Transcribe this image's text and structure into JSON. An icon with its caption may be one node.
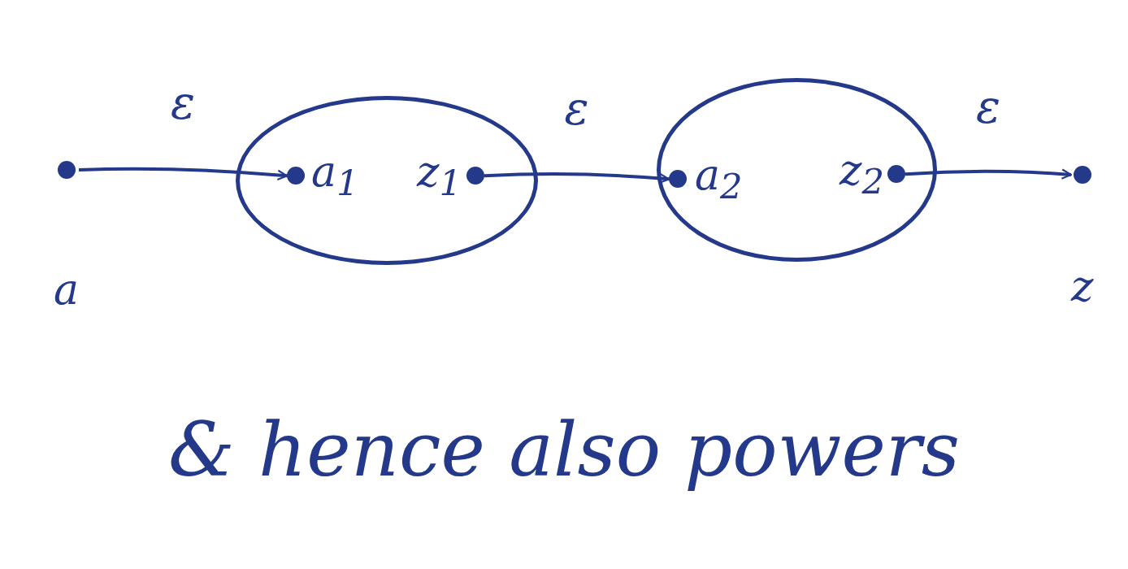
{
  "diagram": {
    "caption": "& hence also powers",
    "nodes": [
      {
        "text": [
          "a"
        ]
      },
      {
        "text": [],
        "shape": "ellipse"
      },
      {
        "text": [
          "a$_{1}$"
        ],
        "in": 1
      },
      {
        "text": [
          "z$_{1}$"
        ],
        "in": 1
      },
      {
        "text": [],
        "shape": "ellipse"
      },
      {
        "text": [
          "a$_{2}$"
        ],
        "in": 4
      },
      {
        "text": [
          "z$_{2}$"
        ],
        "in": 4
      },
      {
        "text": [
          "z"
        ]
      }
    ],
    "edges": [
      {
        "from": 0,
        "to": 2,
        "label": "ε",
        "arrow": "to"
      },
      {
        "from": 3,
        "to": 5,
        "label": "ε",
        "arrow": "to"
      },
      {
        "from": 6,
        "to": 7,
        "label": "ε",
        "arrow": "to"
      }
    ]
  }
}
